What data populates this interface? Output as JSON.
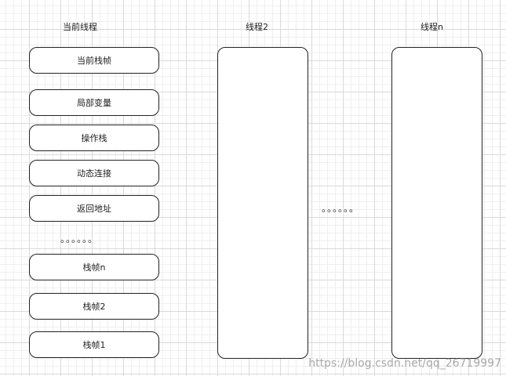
{
  "columns": {
    "current": {
      "title": "当前线程",
      "frames": [
        "当前栈帧",
        "局部变量",
        "操作栈",
        "动态连接",
        "返回地址"
      ],
      "ellipsis": "。。。。。。",
      "bottom_frames": [
        "栈帧n",
        "栈帧2",
        "栈帧1"
      ]
    },
    "thread2": {
      "title": "线程2"
    },
    "threadn": {
      "title": "线程n"
    }
  },
  "between_ellipsis": "。。。。。。",
  "watermark": "https://blog.csdn.net/qq_26719997"
}
